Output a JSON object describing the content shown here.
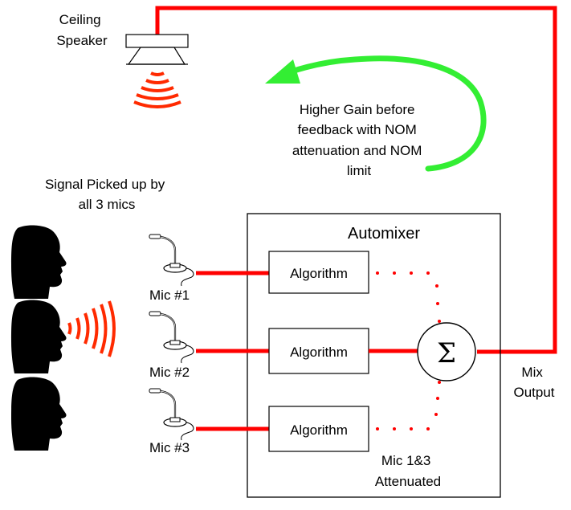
{
  "labels": {
    "ceiling_speaker": [
      "Ceiling",
      "Speaker"
    ],
    "gain_note": [
      "Higher Gain before",
      "feedback with NOM",
      "attenuation and NOM",
      "limit"
    ],
    "signal_note": [
      "Signal Picked up by",
      "all 3 mics"
    ],
    "automixer": "Automixer",
    "algorithm": [
      "Algorithm",
      "Algorithm",
      "Algorithm"
    ],
    "mics": [
      "Mic #1",
      "Mic #2",
      "Mic #3"
    ],
    "mix_output": [
      "Mix",
      "Output"
    ],
    "attenuated_note": [
      "Mic 1&3",
      "Attenuated"
    ],
    "sum_symbol": "Σ"
  },
  "icons": {
    "speaker": "ceiling-speaker-icon",
    "head": "human-head-icon",
    "mic": "gooseneck-mic-icon",
    "sound": "sound-waves-icon",
    "feedback": "feedback-arrow-icon"
  },
  "colors": {
    "signal_line": "#ff0000",
    "feedback_arrow": "#33ee33",
    "waves": "#ff2a00",
    "outline": "#000000"
  }
}
